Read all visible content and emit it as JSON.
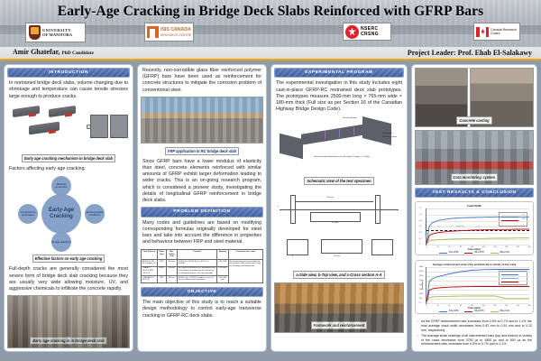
{
  "header": {
    "title": "Early-Age Cracking in Bridge Deck Slabs Reinforced with GFRP Bars",
    "author": "Amir Ghatefar,",
    "author_role": "PhD Candidate",
    "project_leader": "Project Leader: Prof.  Ehab El-Salakawy",
    "accent_color": "#f0a500",
    "logos": [
      {
        "name": "university-of-manitoba-logo",
        "line1": "UNIVERSITY",
        "line2": "OF MANITOBA"
      },
      {
        "name": "isis-canada-logo",
        "line1": "ISIS CANADA",
        "line2": "RESOURCE CENTRE"
      },
      {
        "name": "nserc-crsng-logo",
        "line1": "NSERC",
        "line2": "CRSNG"
      },
      {
        "name": "canada-research-chairs-logo",
        "line1": "Canada Research",
        "line2": "Chairs"
      }
    ]
  },
  "col1": {
    "section_title": "INTRODUCTION",
    "para1": "In restrained bridge deck slabs, volume changing due to shrinkage and temperature can cause tensile stresses large enough to produce cracks.",
    "fig1_caption": "Early age cracking mechanism in bridge deck slab",
    "fig1_labels": {
      "left": "Before shrinkage",
      "right": "After shrinkage"
    },
    "factors_label": "Factors affecting early age cracking:",
    "bubbles": {
      "center": "Early-Age Cracking",
      "top": "Material properties",
      "right": "Environmental conditions",
      "bottom": "Design practices",
      "left": "Construction techniques"
    },
    "fig2_caption": "Effective factors on early age cracking",
    "para2": "Full-depth cracks are generally considered the most severe form of bridge deck slab cracking because they are usually very wide allowing moisture, UV, and aggressive chemicals to infiltrate the concrete rapidly.",
    "fig3_caption": "Early age cracking in in bridge deck slab"
  },
  "col2": {
    "para1": "Recently, non-corrodible glass fiber reinforced polymer (GFRP) bars have been used as reinforcement for concrete structures to mitigate the corrosion problem of conventional steel.",
    "fig1_caption": "FRP application in RC bridge deck slab",
    "para2": "Since GFRP bars have a lower modulus of elasticity than steel, concrete elements reinforced with similar amounts of GFRP exhibit larger deformation leading to wider cracks. This is an on-going research program, which is considered a pioneer study, investigating the details of longitudinal GFRP reinforcement in bridge deck slabs.",
    "section_title": "PROBLEM DEFINITION",
    "para3": "Many codes and guidelines are based on modifying corresponding formulas originally developed for steel bars and take into account the difference in properties and behaviour between FRP and steel material.",
    "table": {
      "headers": [
        "Code (Clause)",
        "Rebar Type",
        "Min. and/or ratio",
        "Formula",
        "Spacing",
        "Comments from code"
      ],
      "rows": [
        {
          "code": "A23.3-04 / S6-06 (Chapter 16)",
          "rebar": "FRP",
          "ratio": "A s,min",
          "formula": "0.0015 b h; 0.0015 (h) g = 10.2 h T; = 0.002A",
          "spacing": "≤3h ≤500",
          "comments": "No requirement has are available for the minimum FRP reinforcement ratio for shrinkage and temperature"
        },
        {
          "code": "CSA/ACI 440.1R 2006 (10.4.4.1)",
          "rebar": "GFRP",
          "ratio": "A s,min",
          "formula": "An empirical method for the longitudinal bars in the bottom assembly and the transverse and longitudinal bars in the top assembly",
          "spacing": "≤250 mm",
          "comments": ""
        },
        {
          "code": "CSA-S806-12 (8.4.3.3)",
          "rebar": "FRP",
          "ratio": "A s,min",
          "formula": "400d1 / Eg = 0.0015 b h and/or as such of the two reinforcement directions",
          "spacing": "≤3h ≤300 mm",
          "comments": ""
        }
      ]
    },
    "section_title2": "OBJECTIVE",
    "para4": "The main objective of this study is to reach a suitable design methodology to control early-age transverse cracking in GFRP-RC deck slabs."
  },
  "col3": {
    "section_title": "EXPERIMENTAL PROGRAM",
    "para1": "The experimental investigation in this study includes eight cast-in-place GFRP-RC restrained deck slab prototypes. The prototypes measure 2500-mm long × 765-mm wide × 180-mm thick (Full size as per Section 16 of the Canadian Highway Bridge Design Code).",
    "schem_labels": {
      "top": "Restrained frame",
      "right1": "Slab portion",
      "right2": "Restraining beam",
      "note": "Restrain tendon embeded into the slab length (2 tendon × 2.5 Gpa)"
    },
    "fig1_caption": "Schematic view of the test specimen",
    "draw_labels": {
      "len": "2500 mm",
      "width": "765 mm",
      "thick": "180 mm",
      "a": "a",
      "b": "b",
      "c": "c"
    },
    "fig2_caption": "a-Side view, b-Top view, and c-Cross section A-A",
    "fig3_caption": "Formwork and reinforcement"
  },
  "col4": {
    "fig1_caption": "Concrete casting",
    "fig2_caption": "Data monitoring system",
    "section_title": "TEST RESAULTS & CONCLUSION",
    "bullets": [
      "As the GFRP reinforcement ratio increases from 0.5% to 0.7% and to 1.1%, the total average crack width decreases from 0.92 mm to 0.51 mm and to 0.22 mm, respectively.",
      "The average strain readings of all instrumented bars (top and bottom) in vicinity of the crack decreases from 3750 µε to 1850 µε and to 800 µε as the reinforcement ratio increases from 0.5% to 0.7% and to 1.1%."
    ],
    "colors": {
      "s1": "#4472c4",
      "s2": "#c00000",
      "s3": "#a9b94e"
    }
  },
  "chart_data": [
    {
      "type": "line",
      "title": "Crack Width",
      "xlabel": "Times (days)",
      "ylabel": "Crack Width (mm)",
      "xlim": [
        0,
        180
      ],
      "ylim": [
        0,
        1.2
      ],
      "xticks": [
        "0",
        "20",
        "40",
        "60",
        "80",
        "100",
        "120",
        "140",
        "160",
        "180"
      ],
      "yticks": [
        "0",
        "0.2",
        "0.4",
        "0.6",
        "0.8",
        "1.0",
        "1.2"
      ],
      "annotation": "Permissible crack width for GFRP-RC structures = 0.50 mm",
      "annotation_value": 0.5,
      "legend": [
        "S1-ρ:0.50",
        "S2-ρ:0.70",
        "S3-ρ:1.10"
      ],
      "legend_position": "bottom",
      "grid": true,
      "series": [
        {
          "name": "S1-ρ:0.50",
          "color": "#4472c4",
          "x": [
            0,
            5,
            10,
            20,
            40,
            60,
            80,
            100,
            120,
            140,
            160,
            180
          ],
          "values": [
            0.02,
            0.62,
            0.72,
            0.8,
            0.86,
            0.89,
            0.9,
            0.91,
            0.92,
            0.92,
            0.92,
            0.92
          ]
        },
        {
          "name": "S2-ρ:0.70",
          "color": "#c00000",
          "x": [
            0,
            5,
            10,
            20,
            40,
            60,
            80,
            100,
            120,
            140,
            160,
            180
          ],
          "values": [
            0.02,
            0.3,
            0.35,
            0.4,
            0.44,
            0.46,
            0.48,
            0.49,
            0.5,
            0.5,
            0.51,
            0.51
          ]
        },
        {
          "name": "S3-ρ:1.10",
          "color": "#a9b94e",
          "x": [
            0,
            5,
            10,
            20,
            40,
            60,
            80,
            100,
            120,
            140,
            160,
            180
          ],
          "values": [
            0.01,
            0.12,
            0.14,
            0.16,
            0.18,
            0.19,
            0.2,
            0.2,
            0.21,
            0.21,
            0.22,
            0.22
          ]
        }
      ]
    },
    {
      "type": "line",
      "title": "Average reinforcement strain (Top and Bottom) in vicinity of the crack",
      "xlabel": "Times (days)",
      "ylabel": "Strain (µε)",
      "xlim": [
        0,
        180
      ],
      "ylim": [
        0,
        4000
      ],
      "xticks": [
        "0",
        "20",
        "40",
        "60",
        "80",
        "100",
        "120",
        "140",
        "160",
        "180"
      ],
      "yticks": [
        "0",
        "500",
        "1000",
        "1500",
        "2000",
        "2500",
        "3000",
        "3500",
        "4000"
      ],
      "legend": [
        "S1-ρ:0.50",
        "S2-ρ:0.70",
        "S3-ρ:1.10"
      ],
      "legend_position": "bottom",
      "grid": true,
      "series": [
        {
          "name": "S1-ρ:0.50",
          "color": "#4472c4",
          "x": [
            0,
            5,
            10,
            20,
            40,
            60,
            80,
            100,
            120,
            140,
            160,
            180
          ],
          "values": [
            80,
            2400,
            2700,
            2950,
            3250,
            3500,
            3650,
            3720,
            3750,
            3750,
            3750,
            3750
          ]
        },
        {
          "name": "S2-ρ:0.70",
          "color": "#c00000",
          "x": [
            0,
            5,
            10,
            20,
            40,
            60,
            80,
            100,
            120,
            140,
            160,
            180
          ],
          "values": [
            60,
            1450,
            1600,
            1700,
            1780,
            1820,
            1840,
            1850,
            1850,
            1850,
            1850,
            1850
          ]
        },
        {
          "name": "S3-ρ:1.10",
          "color": "#a9b94e",
          "x": [
            0,
            5,
            10,
            20,
            40,
            60,
            80,
            100,
            120,
            140,
            160,
            180
          ],
          "values": [
            40,
            640,
            700,
            740,
            770,
            790,
            800,
            800,
            800,
            520,
            520,
            520
          ]
        }
      ]
    }
  ]
}
